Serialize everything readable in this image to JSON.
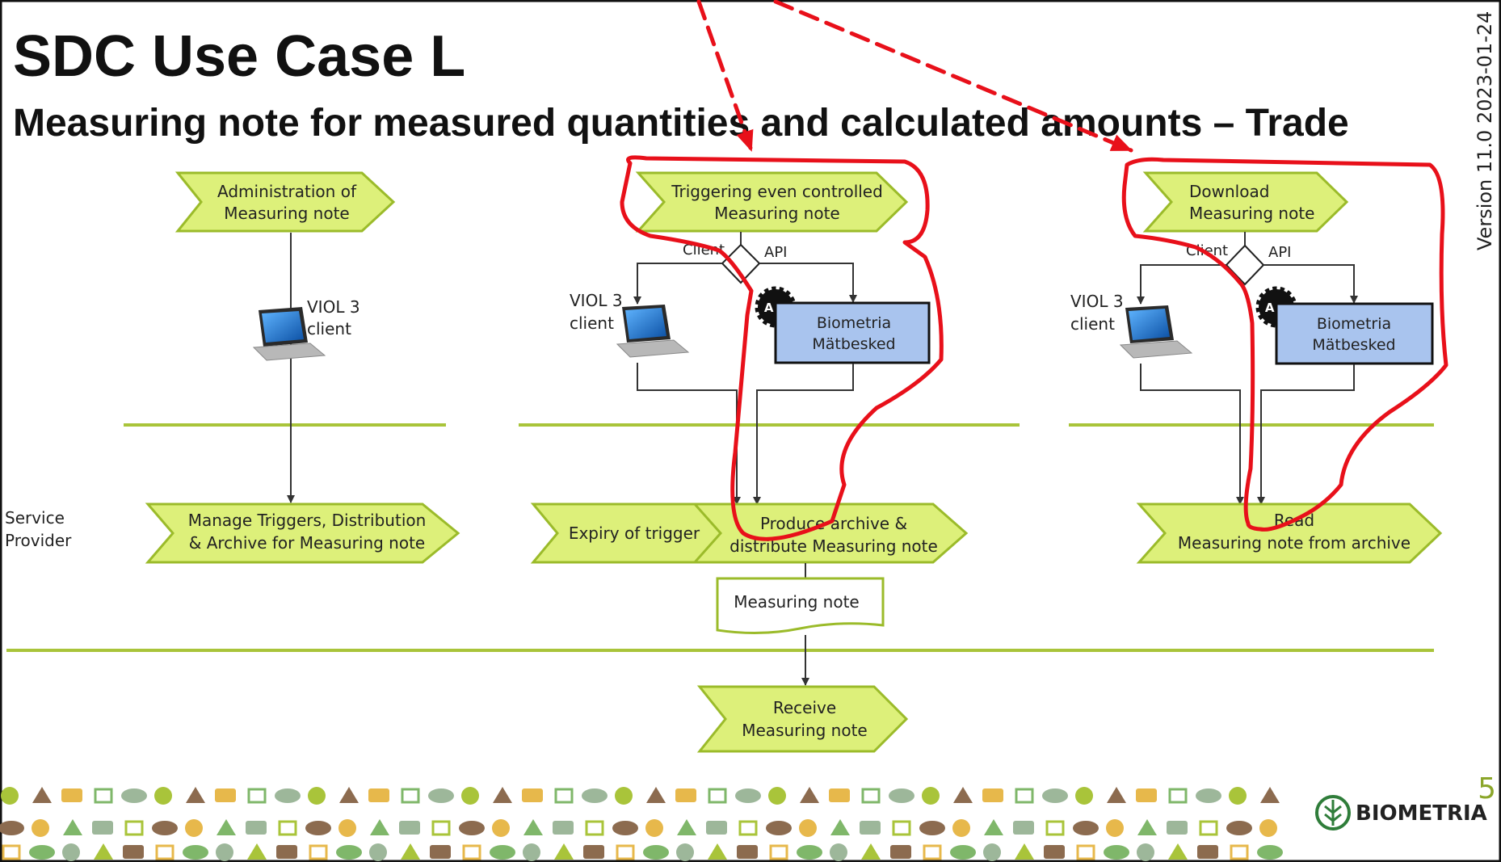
{
  "title": "SDC Use Case L",
  "subtitle": "Measuring note for measured quantities and calculated amounts – Trade",
  "version": "Version 11.0 2023-01-24",
  "page_number": "5",
  "logo_text": "BIOMETRIA",
  "lanes": {
    "service_provider": [
      "Service",
      "Provider"
    ]
  },
  "columns": {
    "admin": {
      "trigger": [
        "Administration of",
        "Measuring note"
      ],
      "device": [
        "VIOL 3",
        "client"
      ],
      "process": [
        "Manage Triggers, Distribution",
        "& Archive for Measuring note"
      ]
    },
    "triggering": {
      "trigger": [
        "Triggering even controlled",
        "Measuring note"
      ],
      "branch_client": "Client",
      "branch_api": "API",
      "device": [
        "VIOL 3",
        "client"
      ],
      "api_badge": "API",
      "api_box": [
        "Biometria",
        "Mätbesked"
      ],
      "expiry": "Expiry of trigger",
      "process": [
        "Produce archive &",
        "distribute Measuring note"
      ],
      "document": "Measuring note",
      "receive": [
        "Receive",
        "Measuring note"
      ]
    },
    "download": {
      "trigger": [
        "Download",
        "Measuring note"
      ],
      "branch_client": "Client",
      "branch_api": "API",
      "device": [
        "VIOL 3",
        "client"
      ],
      "api_badge": "API",
      "api_box": [
        "Biometria",
        "Mätbesked"
      ],
      "process": [
        "Read",
        "Measuring note from archive"
      ]
    }
  },
  "colors": {
    "chevron_fill": "#DDF07A",
    "chevron_stroke": "#9BBB2A",
    "lane_line": "#A9C43A",
    "api_box_fill": "#A9C4EE",
    "annotation_red": "#E8101A",
    "logo_green": "#2F7D3A",
    "page_number": "#8BA62A"
  }
}
